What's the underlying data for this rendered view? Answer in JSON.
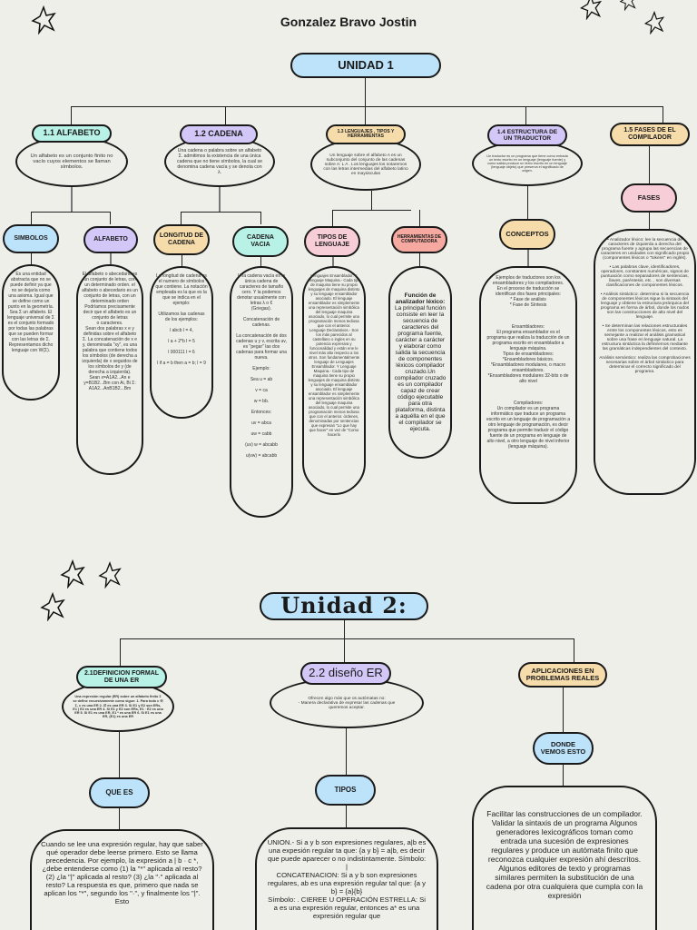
{
  "author": "Gonzalez Bravo Jostin",
  "unidad1": {
    "title": "UNIDAD 1",
    "topics": [
      {
        "label": "1.1 ALFABETO",
        "description": "Un alfabeto es un conjunto finito no vacío cuyos elementos se llaman símbolos.",
        "children": [
          {
            "label": "SIMBOLOS",
            "text": "Es una entidad abstracta que no se puede definir ya que no se dejaría como una axioma. Igual que se define como un punto en la geometría.\nSea Σ un alfabeto. El lenguaje universal de Σ es el conjunto formado por todas las palabras que se pueden formar con las letras de Σ. Representamos dicho lenguaje con W(Σ)."
          },
          {
            "label": "ALFABETO",
            "text": "El alfabeto o abecedario es un conjunto de letras, con un determinado orden. el alfabeto o abecedario es un conjunto de letras, con un determinado orden\nPodríamos precisamente decir que el alfabeto es un\nconjunto de letras\no caracteres.\nSean dos palabras x e y definidas sobre el alfabeto Σ. La concatenación de x e y, denominada \"xy\", es una palabra que contiene todos los símbolos (de derecha a izquierda) de x seguidos de los símbolos de y (de derecha a izquierda).\nSean x=A1A2...An e y=B1B2...Bm con Ai, Bi Σ: A1A2...AnB1B2...Bm"
          }
        ]
      },
      {
        "label": "1.2 CADENA",
        "description": "Una cadena o palabra sobre un alfabeto Σ. admitimos la existencia de una única cadena que no tiene símbolos, la cual se denomina cadena vacía y se denota con λ.",
        "children": [
          {
            "label": "LONGITUD DE CADENA",
            "text": "La longitud de cadena es el numero de símbolos que contiene. La notación empleada es la que es la que se indica en el ejemplo:\n\nUtilizamos las cadenas de los ejemplos:\n\nl abcb l = 4,\n\nl a + 2*b l = 5\n\nl 000111 l = 6\n\nl if a = b then a = b; l = 9"
          },
          {
            "label": "CADENA VACIA",
            "text": "Una cadena vacía es la única cadena de caracteres de tamaño cero. Y la podemos denotar usualmente con letras λ o €\n(Griegas).\n\nConcatenación de cadenas.\n\nLa concatenación de dos cadenas u y v, escrita uv, es \"pegar\" las dos cadenas para formar una nueva.\n\nEjemplo:\n\nSea u = ab\n\nv = ca\n\nw = bb.\n\nEntonces:\n\nuv = abca\n\nuw = cabb\n\n(uv) w = abcabb\n\nu(vw) = abcabb"
          }
        ]
      },
      {
        "label": "1.3 LENGUAJES , TIPOS Y HERRAMIENTAS",
        "description": "Un lenguaje sobre el alfabeto A es un subconjunto del conjunto de las cadenas sobre A: L A . Los lenguajes los notaremos con las letras intermedias del alfabeto latino en mayúsculas",
        "children": [
          {
            "label": "TIPOS DE LENGUAJE",
            "text": "Lenguajes Ensamblador. Y Lenguaje Maquina.- Cada tipo de maquina tiene su propio lenguajes de maquina distinto y su lenguaje ensamblador asociado. El lenguaje ensamblador es simplemente una representación simbólica del lenguaje maquina asociado, lo cual permite una programación menos tediosa que con el anterior.\nLenguaje Declarativos.- Son los más parecidos al castellano o ingles en su potencia expresiva y funcionalidad y están ene le nivel más alto respecto a los otros. Son fundamentalmente lenguaje de Lenguajes Ensamblador. Y Lenguaje Maquina.- Cada tipo de maquina tiene su propio lenguajes de maquina distinto y su lenguaje ensamblador asociado. El lenguaje ensamblador es simplemente una representación simbólica del lenguaje maquina asociado, lo cual permite una programación menos tediosa que con el anterior. órdenes, denominadas por sentencias que expresan \"Lo que hay que hacer\" en vez de \"Como hacerlo"
          },
          {
            "label": "HERRAMIENTAS DE COMPUTADORA",
            "text_bold": "Función de analizador léxico:",
            "text": " La principal función consiste en leer la secuencia de caracteres del programa fuente, carácter a carácter y elaborar como salida la secuencia de componentes léxicos compilador cruzado.Un compilador cruzado es un compilador capaz de crear código ejecutable para otra plataforma, distinta a aquélla en el que el compilador se ejecuta."
          }
        ]
      },
      {
        "label": "1.4 ESTRUCTURA DE UN TRADUCTOR",
        "description": "Un traductor es un programa que tiene como entrada un texto escrito en un lenguaje (lenguaje fuente) y como salida produce un texto escrito en un lenguaje (lenguaje objeto) que preserva el significado de origen.",
        "children": [
          {
            "label": "CONCEPTOS",
            "text": "Ejemplos de traductores son los ensambladores y los compiladores.\nEn el proceso de traducción se identifican dos fases principales:\n* Fase de análisis\n* Fase de Síntesis\n\n\n\nEnsambladores:\nEl programa ensamblador es el programa que realiza la traducción de un programa escrito en ensamblador a lenguaje máquina.\nTipos de ensambladores:\n*Ensambladores básicos.\n*Ensambladores modulares, o macro ensambladores.\n*Ensambladores modulares 32-bits o de alto nivel\n\n\n\nCompiladores:\nUn compilador es un programa informático que traduce un programa escrito en un lenguaje de programación a otro lenguaje de programación, es decir programa que permite traducir el código fuente de un programa en lenguaje de alto nivel, a otro lenguaje de nivel inferior (lenguaje máquina)."
          }
        ]
      },
      {
        "label": "1.5 FASES DE EL COMPILADOR",
        "children": [
          {
            "label": "FASES",
            "text": "• Analizador léxico: lee la secuencia de caracteres de izquierda a derecha del programa fuente y agrupa las secuencias de caracteres en unidades con significado propio (componentes léxicos o \"tokens\" en inglés).\n\n• Las palabras clave, identificadores, operadores, constantes numéricas, signos de puntuación como separadores de sentencias, llaves, paréntesis, etc. , son diversas clasificaciones de componentes léxicos.\n\n• Análisis sintáctico: determina si la secuencia de componentes léxicos sigue la sintaxis del lenguaje y obtiene la estructura jerárquica del programa en forma de árbol, donde los nodos son las construcciones de alto nivel del lenguaje.\n\n• Se determinan las relaciones estructurales entre los componentes léxicos, esto es semejante a realizar el análisis gramatical sobre una frase en lenguaje natural. La estructura sintáctica la definiremos mediante las gramáticas independientes del contexto.\n\nAnálisis semántico: realiza las comprobaciones necesarias sobre el árbol sintáctico para determinar el correcto significado del programa."
          }
        ]
      }
    ]
  },
  "unidad2": {
    "title": "Unidad 2:",
    "topics": [
      {
        "label": "2.1DEFINICION FORMAL DE UNA ER",
        "description": "Una expresión regular (ER) sobre un alfabeto finito Σ se define recursivamente como sigue: 1. Para todo c ∈ Σ, c es una ER 2. ∅ es una ER 3. Si E1 y E2 son ERs, E1 | E2 es una ER 4. Si E1 y E2 son ERs, E1 · E2 es una ER 5. Si E1 es una ER, E1 * es una ER 6. Si E1 es una ER, (E1) es una ER",
        "child": {
          "label": "QUE ES",
          "text": "Cuando se lee una expresión regular, hay que saber qué operador debe leerse primero. Esto se llama precedencia. Por ejemplo, la expresión a | b · c *, ¿debe entenderse como (1) la \"*\" aplicada al resto? (2) ¿la \"|\" aplicada al resto? (3) ¿la \"·\" aplicada al resto? La respuesta es que, primero que nada se aplican los \"*\", segundo los \"·\", y finalmente los \"|\". Esto"
        }
      },
      {
        "label": "2.2 diseño ER",
        "description": "Ofrecen algo más que os autómatas no:\n- Manera declarativa de expresar las cadenas que queremos aceptar.",
        "child": {
          "label": "TIPOS",
          "text": "UNION.- Si a y b son expresiones regulares, a|b es una expesión regular ta que: {a y b} = a|b, es decir que puede aparecer o no indistintamente. Símbolo: |\nCONCATENACION: Si a y b son expresiones regulares, ab es una expresión regular tal que: {a y b} = {a}{b}\nSímbolo: . CIEREE U OPERACIÓN ESTRELLA: Si a es una expresión regular, entonces a* es una expresión regular que"
        }
      },
      {
        "label": "APLICACIONES EN PROBLEMAS REALES",
        "child": {
          "label": "DONDE VEMOS ESTO",
          "text": "Facilitar las construcciones de un compilador. Validar la sintaxis de un programa Algunos generadores lexicográficos toman como entrada una sucesión de expresiones regulares y produce un autómata finito que reconozca cualquier expresión ahí descritos. Algunos editores de texto y programas similares permiten la substitución de una cadena por otra cualquiera que cumpla con la expresión"
        }
      }
    ]
  },
  "icons": {
    "decoration": "star-icon"
  },
  "colors": {
    "background": "#efefea",
    "cyan": "#b8f2e6",
    "lavender": "#d3c7f7",
    "peach": "#f6dcab",
    "pink": "#f7cdd7",
    "blue": "#bde3fb",
    "salmon": "#f5a9a0"
  }
}
